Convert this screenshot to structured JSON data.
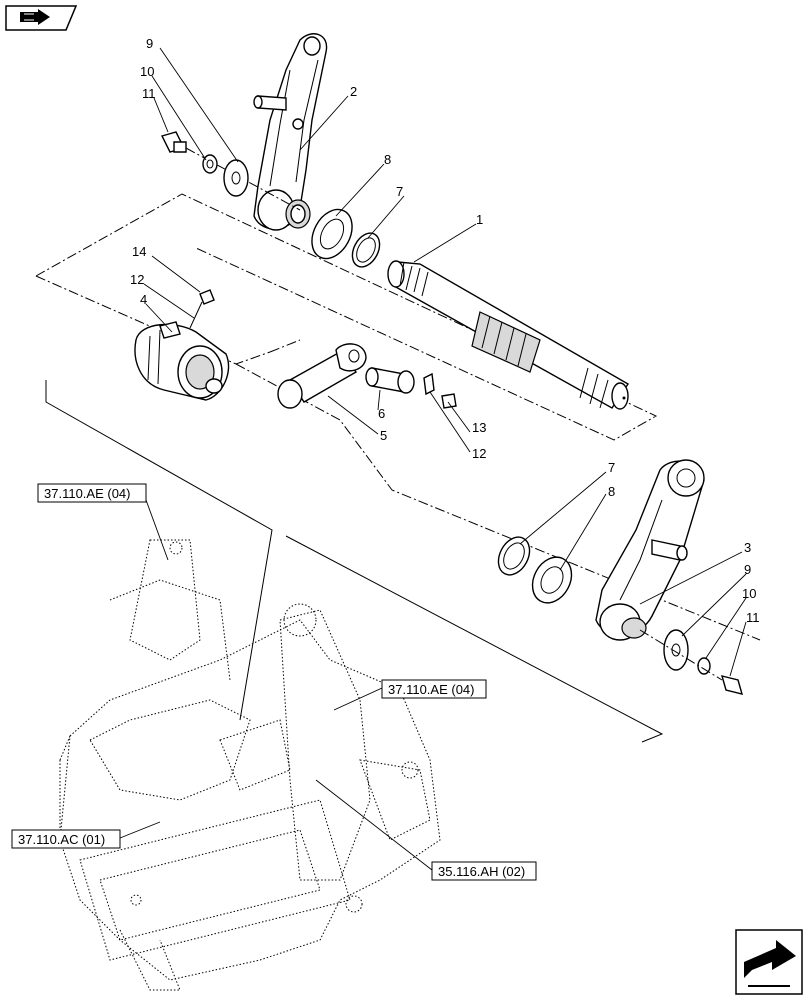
{
  "callouts": [
    "1",
    "2",
    "3",
    "4",
    "5",
    "6",
    "7",
    "8",
    "9",
    "10",
    "11",
    "12",
    "13",
    "14"
  ],
  "labels": {
    "c1": "1",
    "c2": "2",
    "c3": "3",
    "c4": "4",
    "c5": "5",
    "c6": "6",
    "c7a": "7",
    "c7b": "7",
    "c8a": "8",
    "c8b": "8",
    "c9a": "9",
    "c9b": "9",
    "c10a": "10",
    "c10b": "10",
    "c11a": "11",
    "c11b": "11",
    "c12a": "12",
    "c12b": "12",
    "c13": "13",
    "c14": "14"
  },
  "references": {
    "ref_top_left": "37.110.AE (04)",
    "ref_mid_right": "37.110.AE (04)",
    "ref_left": "37.110.AC (01)",
    "ref_bottom": "35.116.AH (02)"
  },
  "icons": {
    "top_left": "book-arrow-icon",
    "bottom_right": "next-page-arrow-icon"
  }
}
